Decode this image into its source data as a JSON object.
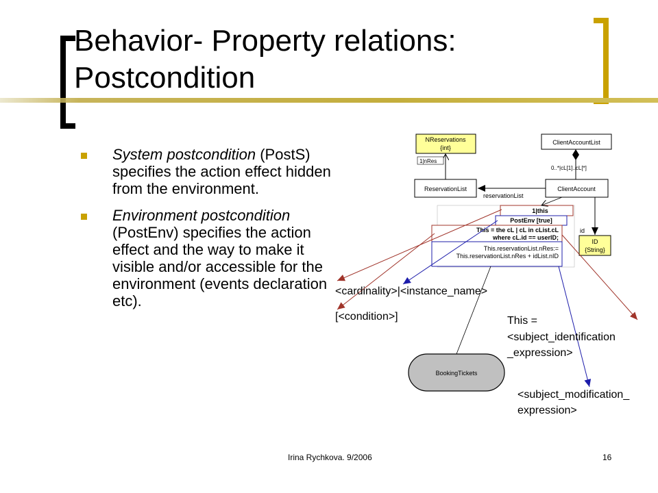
{
  "slide": {
    "title_line1": "Behavior- Property relations:",
    "title_line2": "Postcondition",
    "colors": {
      "accent": "#c9a100",
      "note_fill": "#ffff99",
      "arrow_red": "#a0342a",
      "arrow_blue": "#1c1caa"
    }
  },
  "bullets": [
    {
      "term": "System postcondition",
      "text": " (PostS) specifies the action effect hidden from the environment."
    },
    {
      "term": "Environment postcondition",
      "text": " (PostEnv) specifies the action effect and the way to make it visible and/or accessible for the environment (events declaration etc)."
    }
  ],
  "diagram": {
    "classes": {
      "nreservations_name": "NReservations",
      "nreservations_type": "{int}",
      "client_account_list": "ClientAccountList",
      "reservation_list": "ReservationList",
      "client_account": "ClientAccount",
      "id_name": "ID",
      "id_type": "{String}",
      "booking_tickets": "BookingTickets"
    },
    "edge_labels": {
      "nres": "1|nRes",
      "cl_multiplicity": "0..*|cL[1]..cL[*]",
      "reservation_list": "reservationList",
      "id": "id",
      "this_box": "1|this",
      "postenv": "PostEnv [true]",
      "cond_line1": "This = the cL | cL in cList.cL",
      "cond_line2": "where cL.id == userID;",
      "mod_line1": "This.reservationList.nRes:=",
      "mod_line2": "This.reservationList.nRes + idList.nID"
    },
    "annotations": {
      "cardinality": "<cardinality>|<instance_name>",
      "condition": "[<condition>]",
      "subject_id_1": "This =",
      "subject_id_2": "<subject_identification",
      "subject_id_3": "_expression>",
      "subject_mod_1": "<subject_modification_",
      "subject_mod_2": "expression>"
    }
  },
  "footer": {
    "author": "Irina Rychkova. 9/2006",
    "page": "16"
  }
}
